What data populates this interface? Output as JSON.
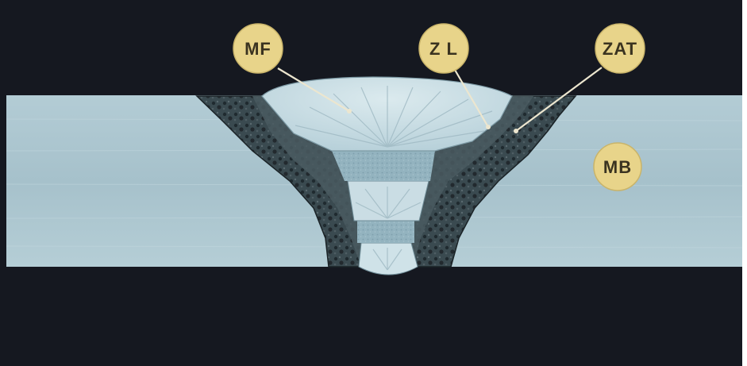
{
  "labels": {
    "mf": "MF",
    "zl": "Z L",
    "zat": "ZAT",
    "mb": "MB"
  },
  "colors": {
    "background": "#151820",
    "base_metal": "#a9c5cf",
    "haz": "#2d3a3f",
    "weld_metal": "#c4dbe3",
    "weld_band": "#8fb0bd",
    "label_fill": "#e8d48a",
    "leader_line": "#ece6cf"
  }
}
